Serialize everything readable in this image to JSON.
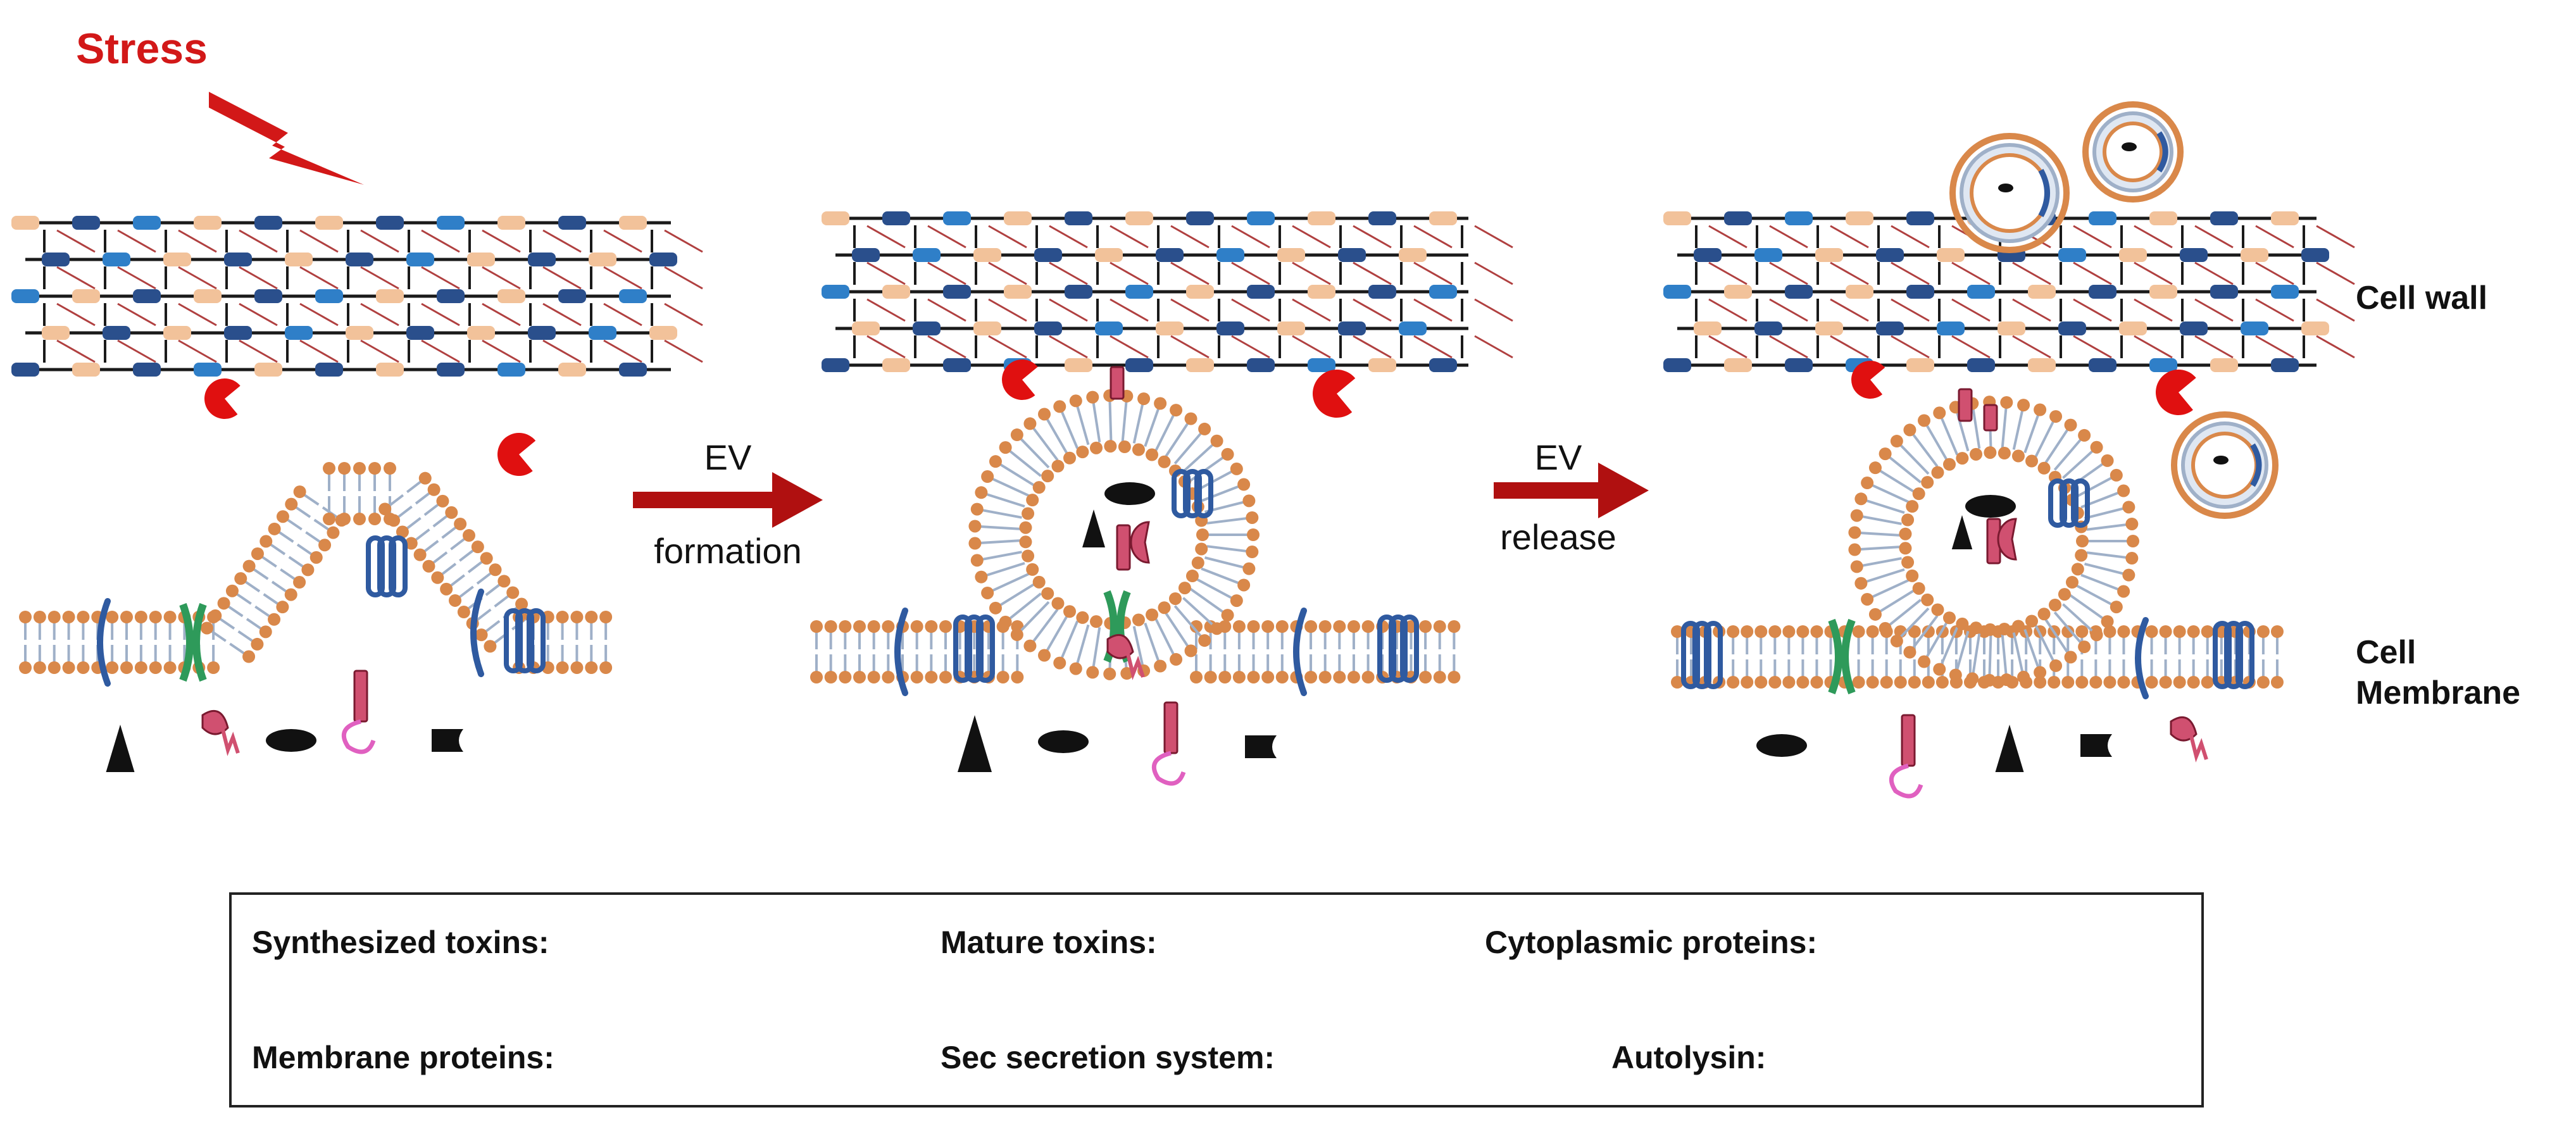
{
  "stress_label": "Stress",
  "labels": {
    "cell_wall": "Cell wall",
    "cell_membrane_1": "Cell",
    "cell_membrane_2": "Membrane"
  },
  "arrows": [
    {
      "top": "EV",
      "bottom": "formation"
    },
    {
      "top": "EV",
      "bottom": "release"
    }
  ],
  "legend": {
    "synthesized_toxins": "Synthesized toxins:",
    "mature_toxins": "Mature toxins:",
    "cytoplasmic_proteins": "Cytoplasmic proteins:",
    "membrane_proteins": "Membrane proteins:",
    "sec_secretion_system": "Sec secretion system:",
    "autolysin": "Autolysin:"
  },
  "colors": {
    "stress": "#d21818",
    "arrow": "#b01010",
    "autolysin": "#e01010",
    "membrane_head": "#d9884a",
    "membrane_tail": "#9fb0c8",
    "membrane_protein": "#2f5aa0",
    "sec_system": "#2e9a5a",
    "toxin": "#d05070",
    "toxin_synth": "#e060c0",
    "wall_dark": "#2a4f8c",
    "wall_mid": "#2f7fc8",
    "wall_light": "#f2c29a"
  }
}
